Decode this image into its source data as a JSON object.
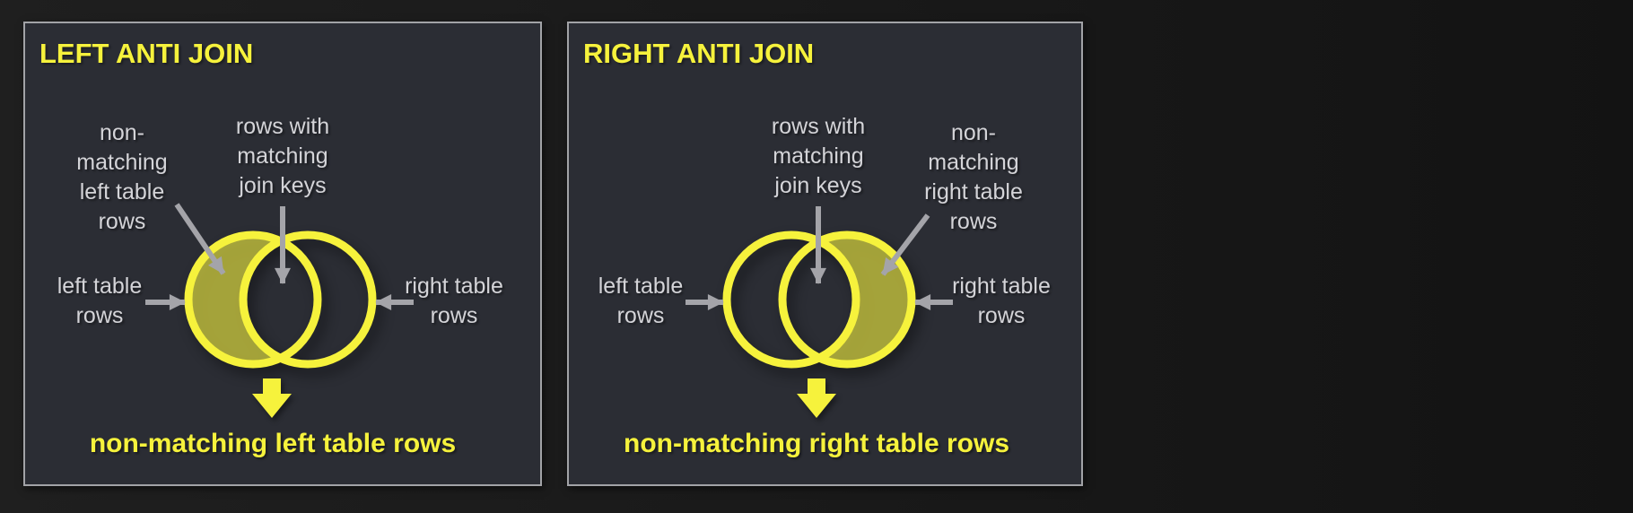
{
  "colors": {
    "outer_bg": "#1a1a1a",
    "panel_bg": "#2b2d34",
    "panel_border": "#a2a3a7",
    "accent_yellow": "#f6f23c",
    "venn_fill": "rgba(246,242,70,0.62)",
    "label_gray": "#d4d4d8",
    "arrow_gray": "#a4a4a9"
  },
  "panels": [
    {
      "title": "LEFT ANTI JOIN",
      "highlighted_region": "left-crescent",
      "labels": {
        "crescent": [
          "non-",
          "matching",
          "left table",
          "rows"
        ],
        "overlap": [
          "rows with",
          "matching",
          "join keys"
        ],
        "left_circle": [
          "left table",
          "rows"
        ],
        "right_circle": [
          "right table",
          "rows"
        ]
      },
      "result": "non-matching left table rows"
    },
    {
      "title": "RIGHT ANTI JOIN",
      "highlighted_region": "right-crescent",
      "labels": {
        "crescent": [
          "non-",
          "matching",
          "right table",
          "rows"
        ],
        "overlap": [
          "rows with",
          "matching",
          "join keys"
        ],
        "left_circle": [
          "left table",
          "rows"
        ],
        "right_circle": [
          "right table",
          "rows"
        ]
      },
      "result": "non-matching right table rows"
    }
  ]
}
